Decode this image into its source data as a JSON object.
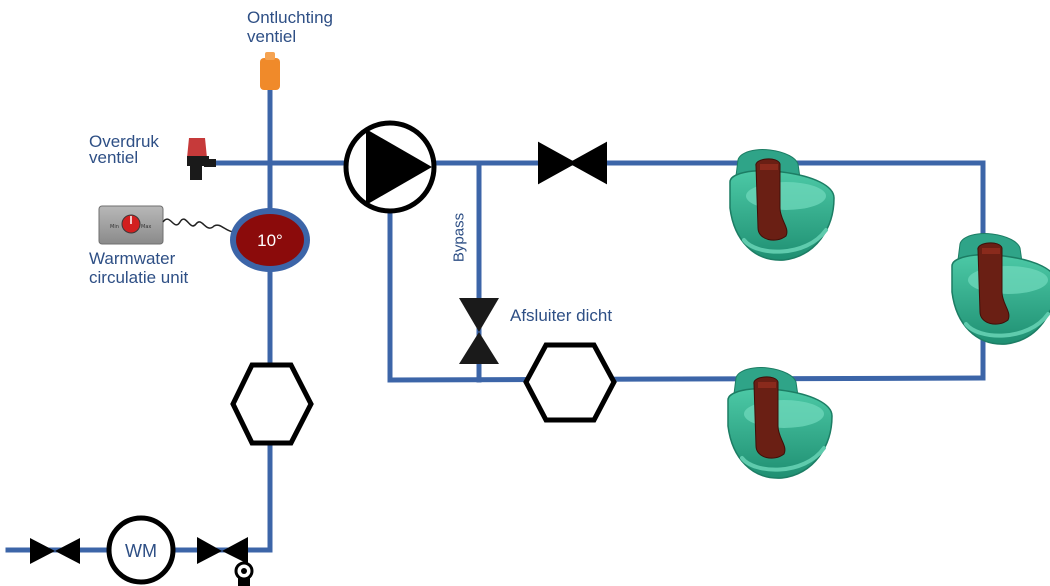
{
  "labels": {
    "ontluchting_line1": "Ontluchting",
    "ontluchting_line2": "ventiel",
    "overdruk_line1": "Overdruk",
    "overdruk_line2": "ventiel",
    "unit_line1": "Warmwater",
    "unit_line2": "circulatie unit",
    "temperature": "10°",
    "bypass": "Bypass",
    "afsluiter": "Afsluiter dicht",
    "meter": "WM",
    "dial_min": "Min",
    "dial_max": "Max"
  },
  "colors": {
    "pipe": "#3c65a8",
    "label_text": "#2e4f85",
    "heater_fill": "#8b0b0b",
    "heater_ring": "#3c65a8",
    "vent_orange": "#f08a2a",
    "valve_red": "#c63a3a",
    "bowl_green": "#2aa88a",
    "bowl_brown": "#6a1f14"
  },
  "icons": {
    "pump": "circulation-pump-icon",
    "valve": "gate-valve-icon",
    "filter": "hexagon-filter-icon",
    "meter": "water-meter-icon",
    "bowl": "drinking-bowl-icon"
  }
}
